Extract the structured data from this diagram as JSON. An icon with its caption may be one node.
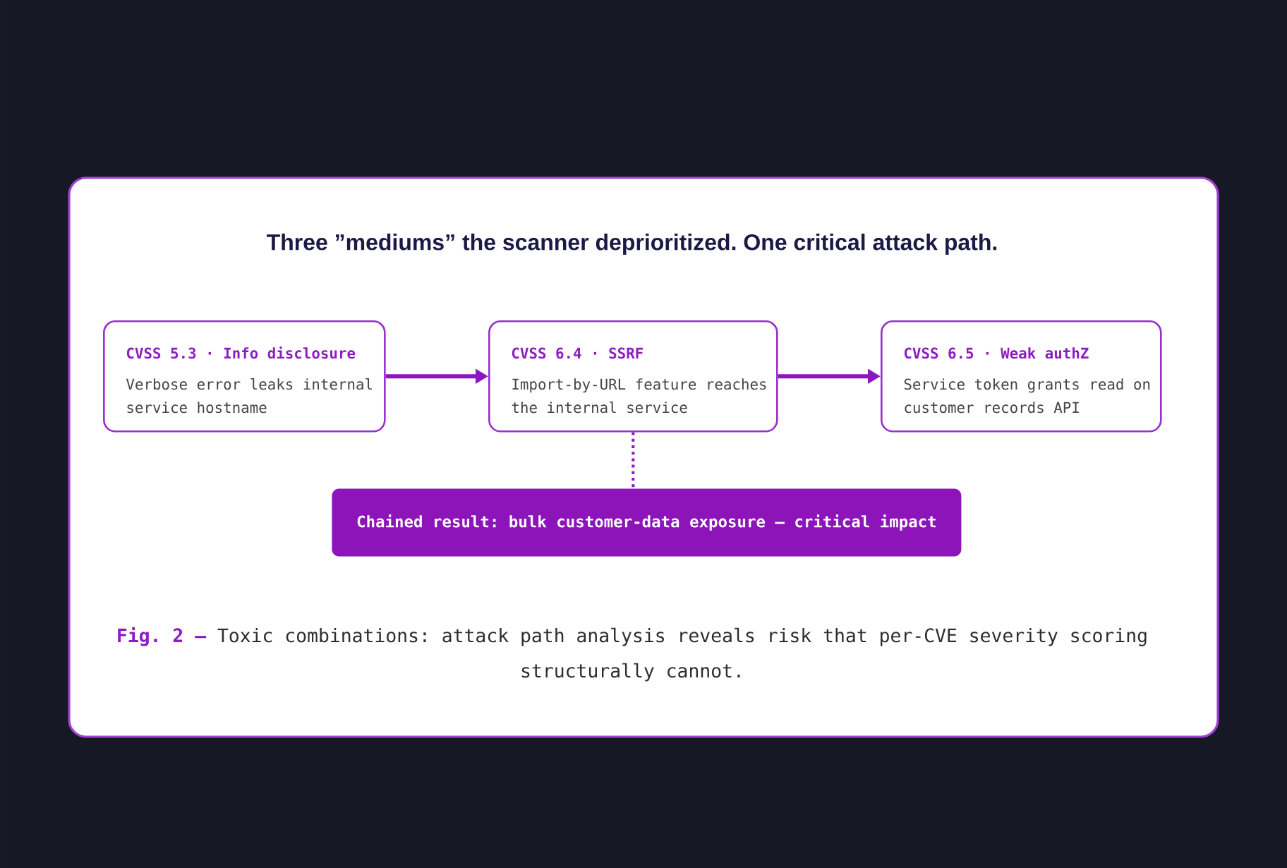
{
  "diagram": {
    "title": "Three ”mediums” the scanner deprioritized. One critical attack path.",
    "nodes": [
      {
        "text": [
          "CVSS 5.3 · Info disclosure",
          "Verbose error leaks internal service hostname"
        ]
      },
      {
        "text": [
          "CVSS 6.4 · SSRF",
          "Import-by-URL feature reaches the internal service"
        ]
      },
      {
        "text": [
          "CVSS 6.5 · Weak authZ",
          "Service token grants read on customer records API"
        ]
      },
      {
        "text": [
          "Chained result: bulk customer-data exposure — critical impact"
        ]
      }
    ],
    "edges": [
      {
        "from": 0,
        "to": 1,
        "arrow": "to"
      },
      {
        "from": 1,
        "to": 2,
        "arrow": "to"
      },
      {
        "from": 1,
        "to": 3,
        "arrow": "none",
        "style": "dashed"
      }
    ],
    "caption": "**Fig. 2 —** Toxic combinations: attack path analysis reveals risk that per-CVE severity scoring structurally cannot."
  }
}
